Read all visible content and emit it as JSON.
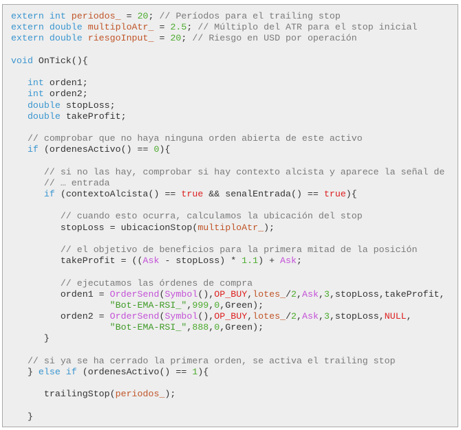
{
  "colors": {
    "background": "#eeeeee",
    "border": "#a8a8a8",
    "keyword": "#3a95cf",
    "variable": "#c0562a",
    "number": "#4cab2e",
    "comment": "#7a7a7a",
    "function": "#c452d8",
    "constant": "#dd2020",
    "string": "#3f9a26",
    "plain": "#333333"
  },
  "code": {
    "lines": [
      [
        [
          "kw",
          "extern int "
        ],
        [
          "var",
          "periodos_"
        ],
        [
          "plain",
          " = "
        ],
        [
          "num",
          "20"
        ],
        [
          "plain",
          "; "
        ],
        [
          "cmt",
          "// Períodos para el trailing stop"
        ]
      ],
      [
        [
          "kw",
          "extern double "
        ],
        [
          "var",
          "multiploAtr_"
        ],
        [
          "plain",
          " = "
        ],
        [
          "num",
          "2.5"
        ],
        [
          "plain",
          "; "
        ],
        [
          "cmt",
          "// Múltiplo del ATR para el stop inicial"
        ]
      ],
      [
        [
          "kw",
          "extern double "
        ],
        [
          "var",
          "riesgoInput_"
        ],
        [
          "plain",
          " = "
        ],
        [
          "num",
          "20"
        ],
        [
          "plain",
          "; "
        ],
        [
          "cmt",
          "// Riesgo en USD por operación"
        ]
      ],
      [],
      [
        [
          "kw",
          "void"
        ],
        [
          "plain",
          " OnTick(){"
        ]
      ],
      [],
      [
        [
          "plain",
          "   "
        ],
        [
          "kw",
          "int"
        ],
        [
          "plain",
          " orden1;"
        ]
      ],
      [
        [
          "plain",
          "   "
        ],
        [
          "kw",
          "int"
        ],
        [
          "plain",
          " orden2;"
        ]
      ],
      [
        [
          "plain",
          "   "
        ],
        [
          "kw",
          "double"
        ],
        [
          "plain",
          " stopLoss;"
        ]
      ],
      [
        [
          "plain",
          "   "
        ],
        [
          "kw",
          "double"
        ],
        [
          "plain",
          " takeProfit;"
        ]
      ],
      [],
      [
        [
          "plain",
          "   "
        ],
        [
          "cmt",
          "// comprobar que no haya ninguna orden abierta de este activo"
        ]
      ],
      [
        [
          "plain",
          "   "
        ],
        [
          "kw",
          "if"
        ],
        [
          "plain",
          " (ordenesActivo() == "
        ],
        [
          "num",
          "0"
        ],
        [
          "plain",
          "){"
        ]
      ],
      [],
      [
        [
          "plain",
          "      "
        ],
        [
          "cmt",
          "// si no las hay, comprobar si hay contexto alcista y aparece la señal de"
        ]
      ],
      [
        [
          "plain",
          "      "
        ],
        [
          "cmt",
          "// … entrada"
        ]
      ],
      [
        [
          "plain",
          "      "
        ],
        [
          "kw",
          "if"
        ],
        [
          "plain",
          " (contextoAlcista() == "
        ],
        [
          "const",
          "true"
        ],
        [
          "plain",
          " && senalEntrada() == "
        ],
        [
          "const",
          "true"
        ],
        [
          "plain",
          "){"
        ]
      ],
      [],
      [
        [
          "plain",
          "         "
        ],
        [
          "cmt",
          "// cuando esto ocurra, calculamos la ubicación del stop"
        ]
      ],
      [
        [
          "plain",
          "         stopLoss = ubicacionStop("
        ],
        [
          "var",
          "multiploAtr_"
        ],
        [
          "plain",
          ");"
        ]
      ],
      [],
      [
        [
          "plain",
          "         "
        ],
        [
          "cmt",
          "// el objetivo de beneficios para la primera mitad de la posición"
        ]
      ],
      [
        [
          "plain",
          "         takeProfit = (("
        ],
        [
          "fn",
          "Ask"
        ],
        [
          "plain",
          " - stopLoss) * "
        ],
        [
          "num",
          "1.1"
        ],
        [
          "plain",
          ") + "
        ],
        [
          "fn",
          "Ask"
        ],
        [
          "plain",
          ";"
        ]
      ],
      [],
      [
        [
          "plain",
          "         "
        ],
        [
          "cmt",
          "// ejecutamos las órdenes de compra"
        ]
      ],
      [
        [
          "plain",
          "         orden1 = "
        ],
        [
          "fn",
          "OrderSend"
        ],
        [
          "plain",
          "("
        ],
        [
          "fn",
          "Symbol"
        ],
        [
          "plain",
          "(),"
        ],
        [
          "const",
          "OP_BUY"
        ],
        [
          "plain",
          ","
        ],
        [
          "var",
          "lotes_"
        ],
        [
          "plain",
          "/"
        ],
        [
          "num",
          "2"
        ],
        [
          "plain",
          ","
        ],
        [
          "fn",
          "Ask"
        ],
        [
          "plain",
          ","
        ],
        [
          "num",
          "3"
        ],
        [
          "plain",
          ",stopLoss,takeProfit,"
        ]
      ],
      [
        [
          "plain",
          "                  "
        ],
        [
          "str",
          "\"Bot-EMA-RSI_\""
        ],
        [
          "plain",
          ","
        ],
        [
          "num",
          "999"
        ],
        [
          "plain",
          ","
        ],
        [
          "num",
          "0"
        ],
        [
          "plain",
          ",Green);"
        ]
      ],
      [
        [
          "plain",
          "         orden2 = "
        ],
        [
          "fn",
          "OrderSend"
        ],
        [
          "plain",
          "("
        ],
        [
          "fn",
          "Symbol"
        ],
        [
          "plain",
          "(),"
        ],
        [
          "const",
          "OP_BUY"
        ],
        [
          "plain",
          ","
        ],
        [
          "var",
          "lotes_"
        ],
        [
          "plain",
          "/"
        ],
        [
          "num",
          "2"
        ],
        [
          "plain",
          ","
        ],
        [
          "fn",
          "Ask"
        ],
        [
          "plain",
          ","
        ],
        [
          "num",
          "3"
        ],
        [
          "plain",
          ",stopLoss,"
        ],
        [
          "const",
          "NULL"
        ],
        [
          "plain",
          ","
        ]
      ],
      [
        [
          "plain",
          "                  "
        ],
        [
          "str",
          "\"Bot-EMA-RSI_\""
        ],
        [
          "plain",
          ","
        ],
        [
          "num",
          "888"
        ],
        [
          "plain",
          ","
        ],
        [
          "num",
          "0"
        ],
        [
          "plain",
          ",Green);"
        ]
      ],
      [
        [
          "plain",
          "      }"
        ]
      ],
      [],
      [
        [
          "plain",
          "   "
        ],
        [
          "cmt",
          "// si ya se ha cerrado la primera orden, se activa el trailing stop"
        ]
      ],
      [
        [
          "plain",
          "   } "
        ],
        [
          "kw",
          "else if"
        ],
        [
          "plain",
          " (ordenesActivo() == "
        ],
        [
          "num",
          "1"
        ],
        [
          "plain",
          "){"
        ]
      ],
      [],
      [
        [
          "plain",
          "      trailingStop("
        ],
        [
          "var",
          "periodos_"
        ],
        [
          "plain",
          ");"
        ]
      ],
      [],
      [
        [
          "plain",
          "   }"
        ]
      ]
    ]
  }
}
